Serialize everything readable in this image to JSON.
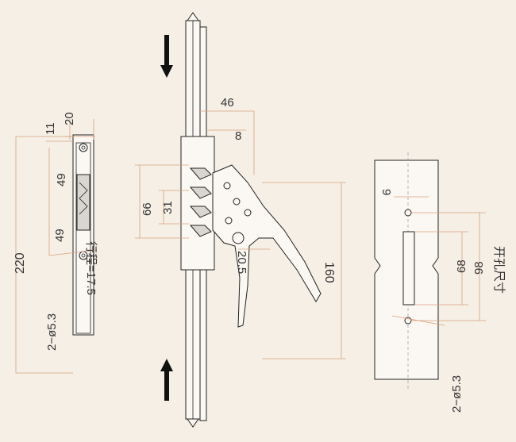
{
  "left_view": {
    "dim_20": "20",
    "dim_11": "11",
    "dim_49_upper": "49",
    "dim_49_lower": "49",
    "dim_220": "220",
    "hole_callout": "2−ø5.3"
  },
  "center_view": {
    "dim_46": "46",
    "dim_8": "8",
    "dim_66": "66",
    "dim_31": "31",
    "stroke_label": "行程=17.5",
    "dim_20_5": "20.5",
    "dim_160": "160"
  },
  "right_view": {
    "dim_9": "9",
    "dim_68": "68",
    "dim_98": "98",
    "cutout_label": "开孔尺寸",
    "hole_callout": "2−ø5.3"
  },
  "colors": {
    "background": "#f5efe6",
    "dimension_line": "#d7a07a",
    "outline": "#222222"
  }
}
